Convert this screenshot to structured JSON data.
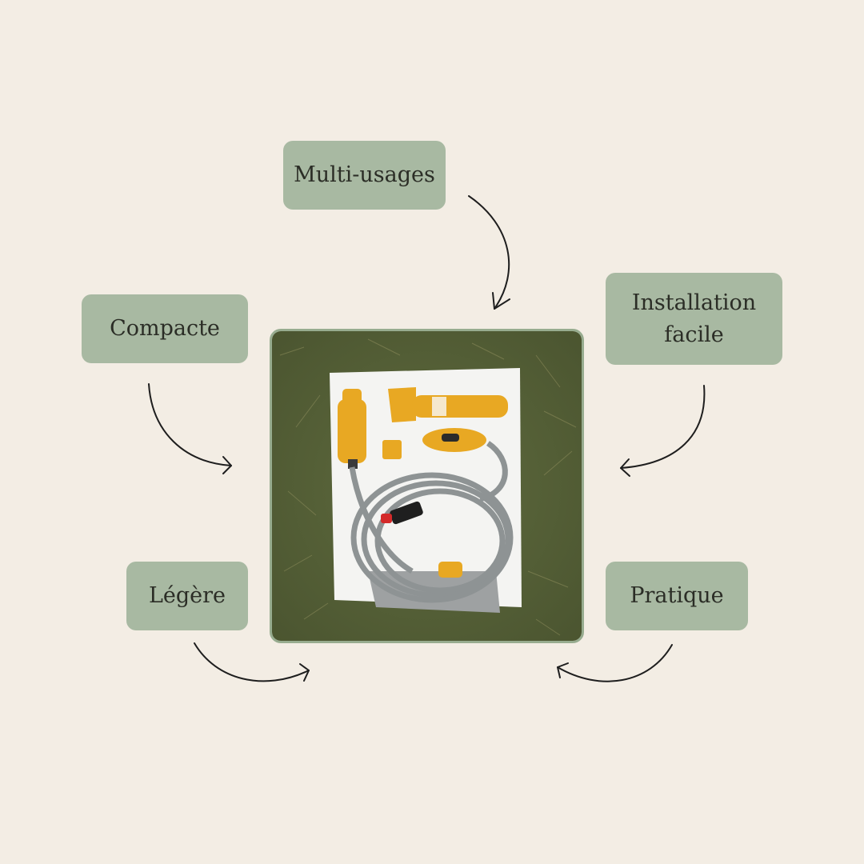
{
  "tags": {
    "multi": "Multi-usages",
    "compact": "Compacte",
    "install": "Installation\nfacile",
    "legere": "Légère",
    "pratique": "Pratique"
  },
  "colors": {
    "background": "#f3ede4",
    "tag": "#a8b9a2",
    "photo_border": "#97ac8f",
    "arrow": "#1e1e1e"
  },
  "photo": {
    "subject": "portable-shower-kit-on-grass"
  }
}
